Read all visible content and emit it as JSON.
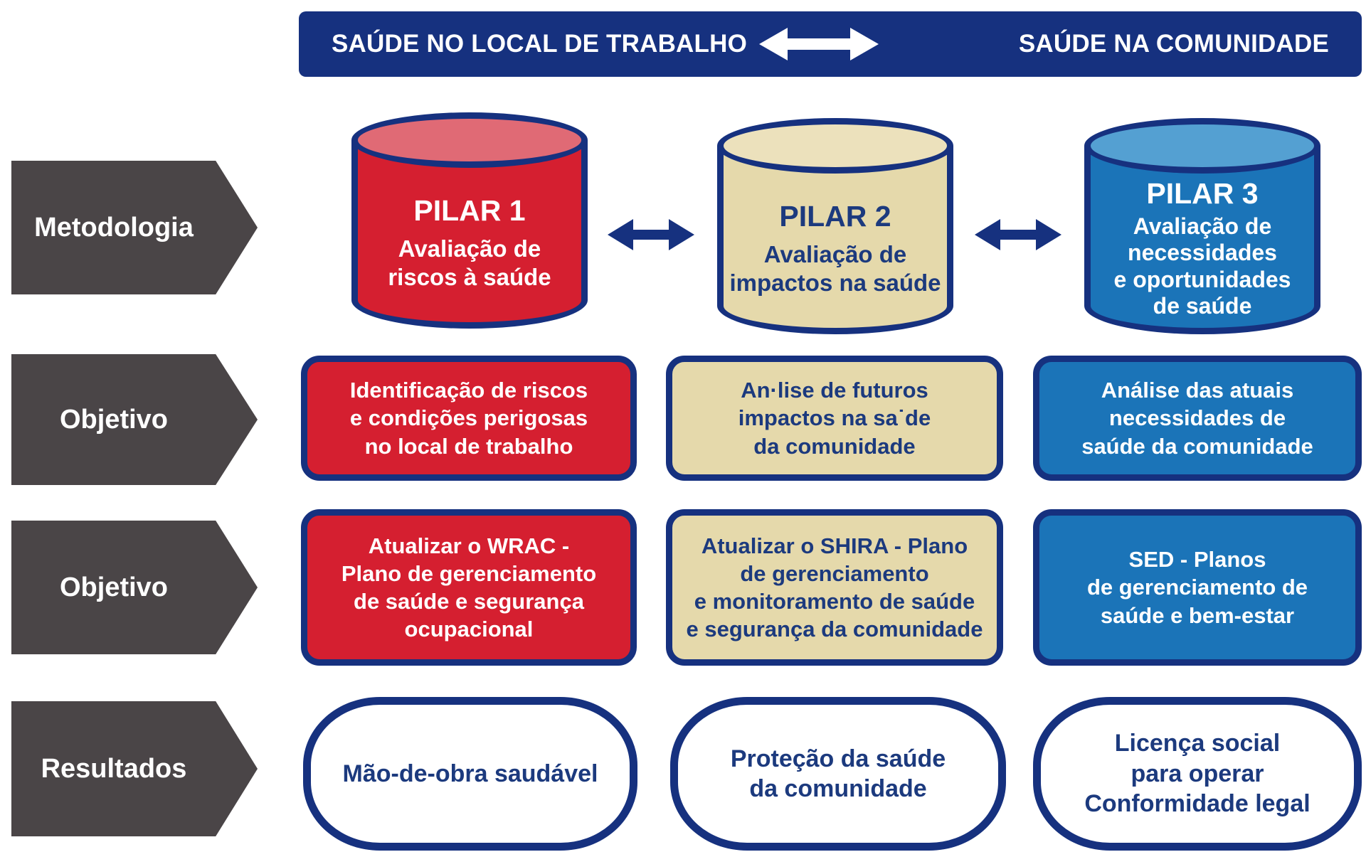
{
  "colors": {
    "navy": "#16317f",
    "red": "#d51f30",
    "red_light": "#e06a75",
    "tan": "#e5d9ab",
    "tan_light": "#ece1bc",
    "blue": "#1b74b8",
    "blue_light": "#54a0d2",
    "gray": "#4a4547",
    "white": "#ffffff",
    "text_navy": "#1c3a7e"
  },
  "header": {
    "left_label": "SAÚDE NO LOCAL DE TRABALHO",
    "right_label": "SAÚDE NA COMUNIDADE",
    "arrow_icon": "double-headed-arrow"
  },
  "row_labels": [
    {
      "label": "Metodologia"
    },
    {
      "label": "Objetivo"
    },
    {
      "label": "Objetivo"
    },
    {
      "label": "Resultados"
    }
  ],
  "connectors": {
    "pillar_1_2_icon": "double-headed-arrow",
    "pillar_2_3_icon": "double-headed-arrow"
  },
  "pillars": [
    {
      "id": "pilar-1",
      "theme": "red",
      "title": "PILAR 1",
      "subtitle": "Avaliação de\nriscos à saúde",
      "objective_1": "Identificação de riscos\ne condições perigosas\nno local de trabalho",
      "objective_2": "Atualizar o WRAC -\nPlano de gerenciamento\nde saúde e segurança\nocupacional",
      "result": "Mão-de-obra saudável"
    },
    {
      "id": "pilar-2",
      "theme": "tan",
      "title": "PILAR 2",
      "subtitle": "Avaliação de\nimpactos na saúde",
      "objective_1": "An·lise de futuros\nimpactos na sa˙de\nda comunidade",
      "objective_2": "Atualizar o SHIRA - Plano\nde gerenciamento\ne monitoramento de saúde\ne segurança da comunidade",
      "result": "Proteção da saúde\nda comunidade"
    },
    {
      "id": "pilar-3",
      "theme": "blue",
      "title": "PILAR 3",
      "subtitle": "Avaliação de\nnecessidades\ne oportunidades\nde saúde",
      "objective_1": "Análise das atuais\nnecessidades de\nsaúde da comunidade",
      "objective_2": "SED - Planos\nde gerenciamento de\nsaúde e bem-estar",
      "result": "Licença social\npara operar\nConformidade legal"
    }
  ]
}
